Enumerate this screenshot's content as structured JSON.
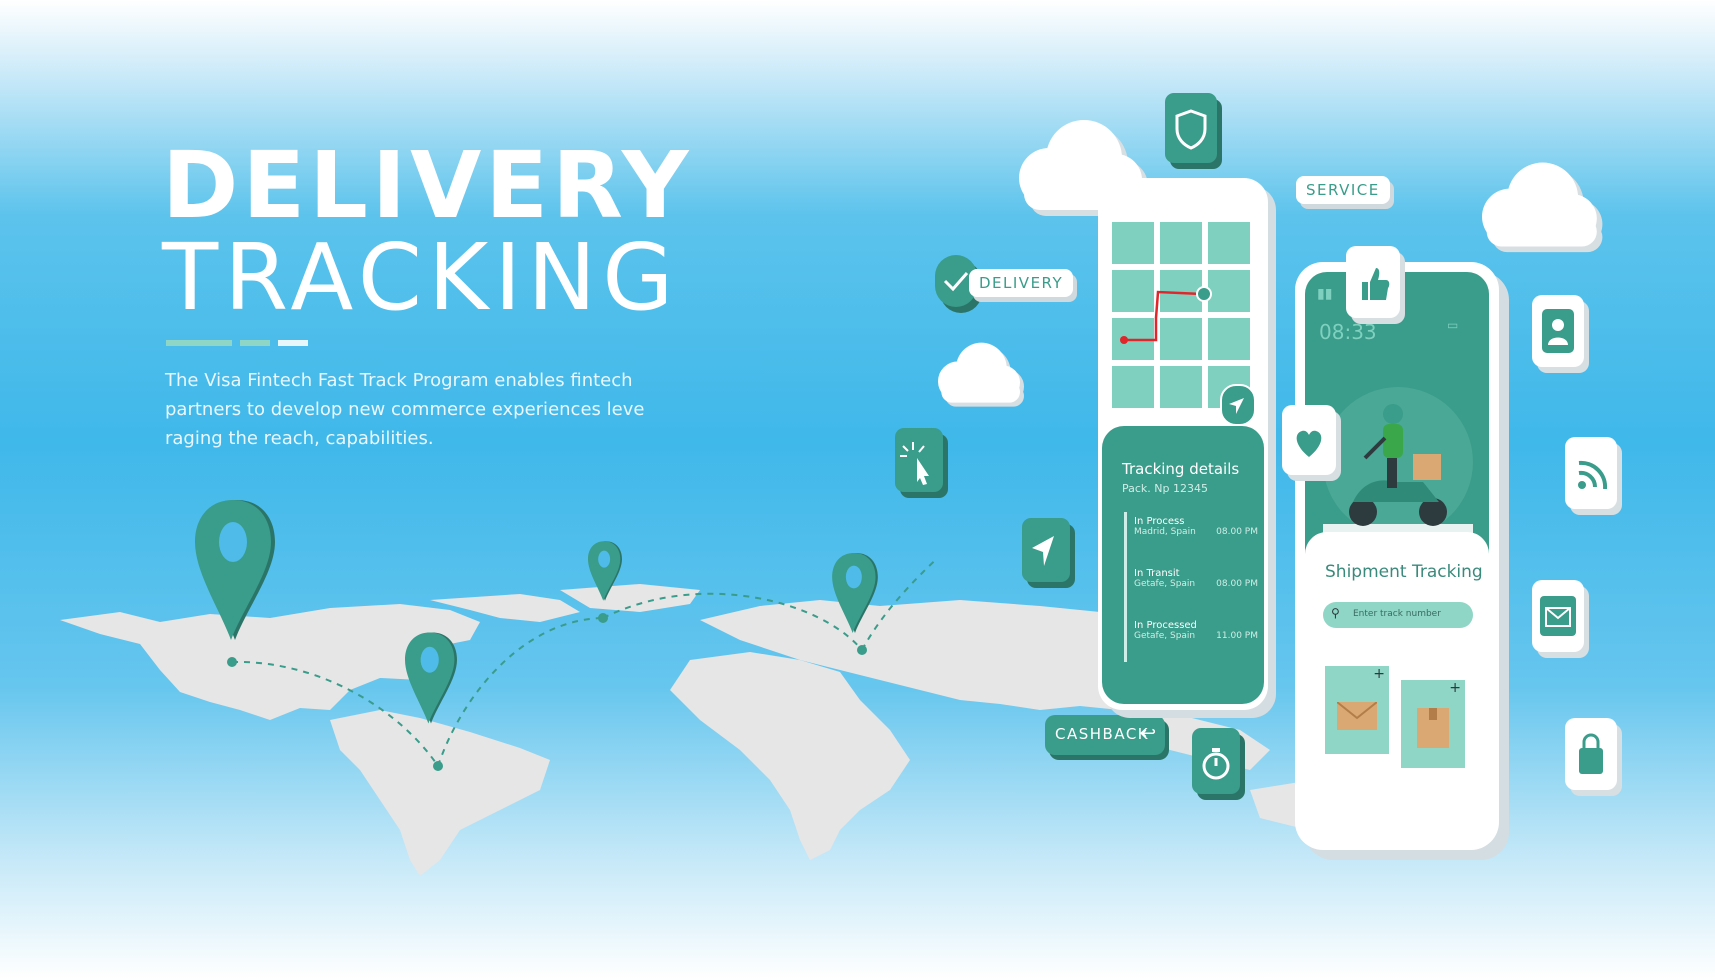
{
  "headline": {
    "line1": "DELIVERY",
    "line2": "TRACKING",
    "description": "The Visa Fintech Fast Track Program enables fintech partners to develop new commerce experiences leve raging the reach, capabilities."
  },
  "tags": {
    "service": "SERVICE",
    "delivery": "DELIVERY",
    "cashback": "CASHBACK"
  },
  "tracking_phone": {
    "title": "Tracking details",
    "package": "Pack. Np 12345",
    "steps": [
      {
        "status": "In Process",
        "location": "Madrid, Spain",
        "time": "08.00 PM"
      },
      {
        "status": "In Transit",
        "location": "Getafe, Spain",
        "time": "08.00 PM"
      },
      {
        "status": "In Processed",
        "location": "Getafe, Spain",
        "time": "11.00 PM"
      }
    ]
  },
  "shipment_phone": {
    "clock": "08:33",
    "title": "Shipment Tracking",
    "search_placeholder": "Enter track number"
  },
  "colors": {
    "teal": "#3a9c8a",
    "teal_dark": "#2a7567",
    "teal_light": "#7fd0bf",
    "sky": "#3fb8ea",
    "route_red": "#e0262b",
    "land": "#e6e6e6"
  },
  "icons": [
    "shield-icon",
    "check-icon",
    "cursor-click-icon",
    "navigation-arrow-icon",
    "thumbs-up-icon",
    "heart-icon",
    "user-icon",
    "rss-icon",
    "mail-icon",
    "bag-icon",
    "stopwatch-icon",
    "cloud-icon",
    "map-pin-icon"
  ]
}
